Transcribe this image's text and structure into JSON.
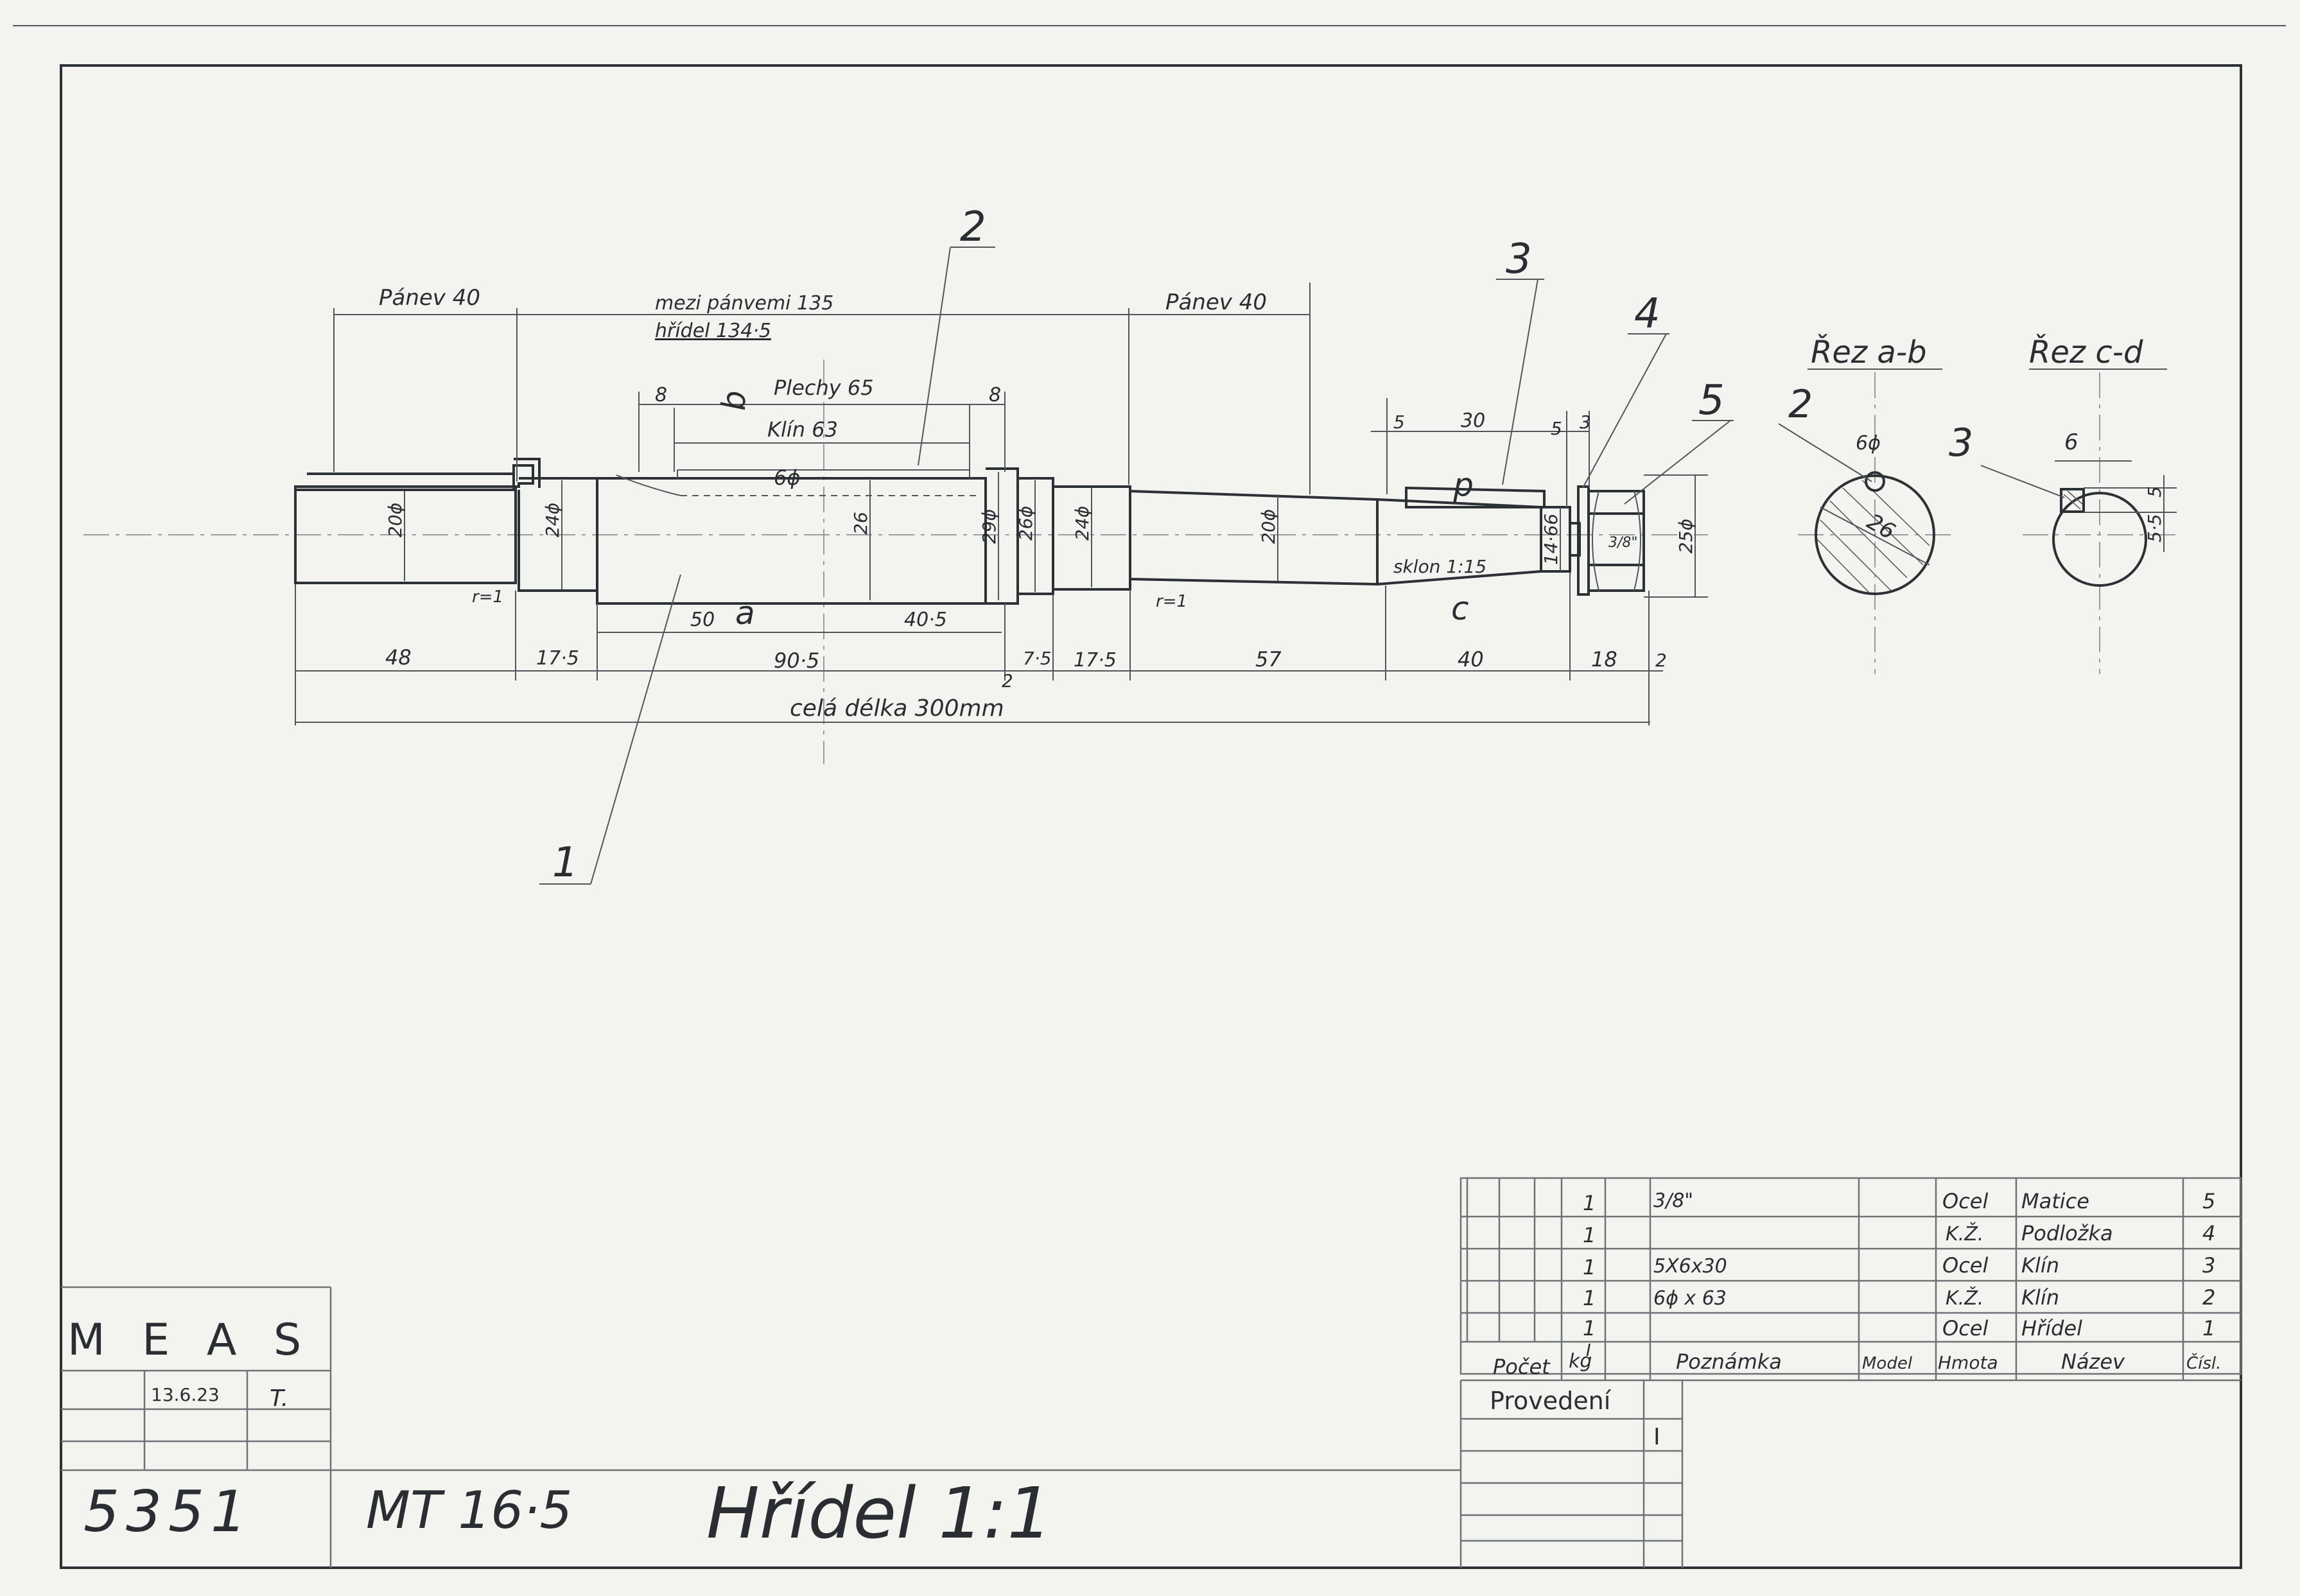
{
  "drawing": {
    "title": "Hřídel 1:1",
    "number": "5351",
    "model": "MT 16·5",
    "org": "M E A S",
    "date": "13.6.23",
    "initials": "T.",
    "provedeni_label": "Provedení",
    "provedeni_value": "I"
  },
  "dimensions": {
    "panev_left": "Pánev 40",
    "mezi_panvemi": "mezi pánvemi 135",
    "hridel_len": "hřídel 134·5",
    "panev_right": "Pánev 40",
    "plechy": "Plechy 65",
    "klin": "Klín 63",
    "d8a": "8",
    "d8b": "8",
    "d6phi": "6ϕ",
    "d20a": "20ϕ",
    "d24a": "24ϕ",
    "d26": "26",
    "d29": "29ϕ",
    "d26b": "26ϕ",
    "d24b": "24ϕ",
    "d20b": "20ϕ",
    "d25": "25ϕ",
    "d1466": "14·66",
    "d5a": "5",
    "d30": "30",
    "d5b": "5",
    "d3": "3",
    "sklon": "sklon 1:15",
    "r1a": "r=1",
    "r1b": "r=1",
    "d50": "50",
    "d40_5": "40·5",
    "d48": "48",
    "d17_5a": "17·5",
    "d90_5": "90·5",
    "d2a": "2",
    "d7_5": "7·5",
    "d17_5b": "17·5",
    "d57": "57",
    "d40": "40",
    "d18": "18",
    "d2b": "2",
    "cela_delka": "celá délka 300mm",
    "thread": "3/8\""
  },
  "labels": {
    "a": "a",
    "b": "b",
    "c": "c",
    "d": "d",
    "p1": "1",
    "p2": "2",
    "p3": "3",
    "p4": "4",
    "p5": "5"
  },
  "sections": {
    "ab_title": "Řez a-b",
    "cd_title": "Řez c-d",
    "ab_part": "2",
    "ab_phi": "6ϕ",
    "ab_dia": "26",
    "cd_part": "3",
    "cd_width": "6",
    "cd_5": "5",
    "cd_5_5": "5·5"
  },
  "parts_table": {
    "headers": {
      "pocet": "Počet",
      "kg": "kg",
      "poznamka": "Poznámka",
      "model": "Model",
      "hmota": "Hmota",
      "nazev": "Název",
      "cislo": "Čísl."
    },
    "header_mark": "I",
    "rows": [
      {
        "pocet": "1",
        "poznamka": "3/8\"",
        "hmota": "Ocel",
        "nazev": "Matice",
        "cislo": "5"
      },
      {
        "pocet": "1",
        "poznamka": "",
        "hmota": "K.Ž.",
        "nazev": "Podložka",
        "cislo": "4"
      },
      {
        "pocet": "1",
        "poznamka": "5X6x30",
        "hmota": "Ocel",
        "nazev": "Klín",
        "cislo": "3"
      },
      {
        "pocet": "1",
        "poznamka": "6ϕ x 63",
        "hmota": "K.Ž.",
        "nazev": "Klín",
        "cislo": "2"
      },
      {
        "pocet": "1",
        "poznamka": "",
        "hmota": "Ocel",
        "nazev": "Hřídel",
        "cislo": "1"
      }
    ]
  }
}
